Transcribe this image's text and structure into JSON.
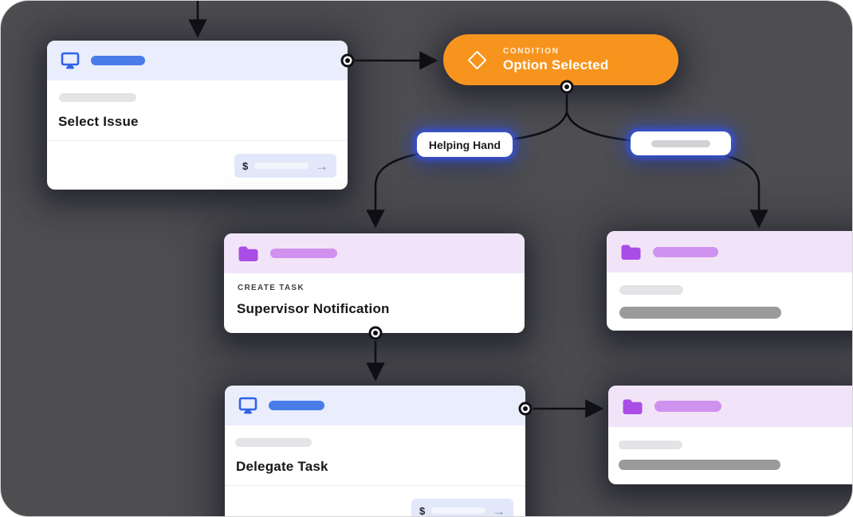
{
  "canvas": {
    "background": "#4e4e51",
    "page_background": "#ffffff"
  },
  "colors": {
    "accent_blue": "#2f63e7",
    "pill_blue": "#4a7ce9",
    "header_blue": "#e9edfc",
    "accent_purple": "#a94de6",
    "pill_purple": "#d092ef",
    "header_purple": "#f2e4f8",
    "accent_orange": "#f7941e",
    "branch_glow_blue": "#3552e2",
    "edge_black": "#101014",
    "placeholder_gray": "#e4e4e7",
    "placeholder_dark_gray": "#9a9a9a"
  },
  "icons": {
    "monitor": "monitor-icon",
    "folder": "folder-icon",
    "diamond": "diamond-icon",
    "arrow_right_glyph": "→",
    "dollar_glyph": "$"
  },
  "nodes": {
    "select_issue": {
      "title": "Select Issue",
      "footer_currency": "$",
      "footer_arrow": "→"
    },
    "condition": {
      "kind_label": "CONDITION",
      "title": "Option Selected"
    },
    "branch_left": {
      "label": "Helping Hand"
    },
    "supervisor_task": {
      "kind_label": "CREATE TASK",
      "title": "Supervisor Notification"
    },
    "delegate_task": {
      "title": "Delegate Task",
      "footer_currency": "$",
      "footer_arrow": "→"
    }
  }
}
